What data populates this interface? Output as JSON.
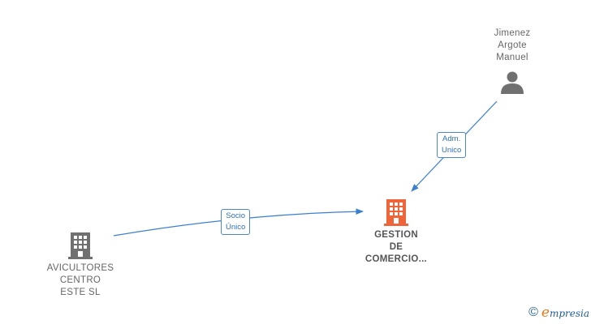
{
  "nodes": {
    "main": {
      "label": "GESTION\nDE\nCOMERCIO...",
      "icon": "building-icon",
      "color": "#f0643a"
    },
    "left": {
      "label": "AVICULTORES\nCENTRO\nESTE  SL",
      "icon": "building-icon",
      "color": "#707070"
    },
    "top": {
      "label": "Jimenez\nArgote\nManuel",
      "icon": "person-icon",
      "color": "#707070"
    }
  },
  "edges": [
    {
      "from": "left",
      "to": "main",
      "label": "Socio\nÚnico"
    },
    {
      "from": "top",
      "to": "main",
      "label": "Adm.\nUnico"
    }
  ],
  "colors": {
    "edge": "#3b7fd0",
    "edge_label_border": "#4a86c8"
  },
  "brand": {
    "copyright_symbol": "©",
    "initial": "e",
    "rest": "mpresia"
  }
}
